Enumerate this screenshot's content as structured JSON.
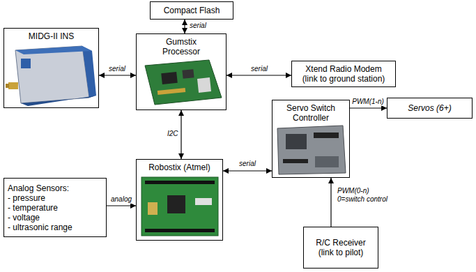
{
  "diagram": {
    "nodes": [
      {
        "text": [
          "Compact Flash"
        ]
      },
      {
        "text": [
          "MIDG-II INS"
        ]
      },
      {
        "text": [
          "Gumstix Processor"
        ]
      },
      {
        "text": [
          "Xtend Radio Modem (link to ground station)"
        ]
      },
      {
        "text": [
          "Analog Sensors:",
          "- pressure",
          "- temperature",
          "- voltage",
          "- ultrasonic range"
        ]
      },
      {
        "text": [
          "Robostix (Atmel)"
        ]
      },
      {
        "text": [
          "Servo Switch Controller"
        ]
      },
      {
        "text": [
          "Servos (6+)"
        ]
      },
      {
        "text": [
          "R/C Receiver (link to pilot)"
        ]
      }
    ],
    "edges": [
      {
        "from": 0,
        "to": 2,
        "label": "serial",
        "arrow": "both"
      },
      {
        "from": 1,
        "to": 2,
        "label": "serial",
        "arrow": "both"
      },
      {
        "from": 2,
        "to": 3,
        "label": "serial",
        "arrow": "both"
      },
      {
        "from": 2,
        "to": 5,
        "label": "I2C",
        "arrow": "both"
      },
      {
        "from": 4,
        "to": 5,
        "label": "analog",
        "arrow": "to"
      },
      {
        "from": 5,
        "to": 6,
        "label": "serial",
        "arrow": "both"
      },
      {
        "from": 6,
        "to": 7,
        "label": "PWM(1-n)",
        "arrow": "to"
      },
      {
        "from": 8,
        "to": 6,
        "label": "PWM(0-n) 0=switch control",
        "arrow": "to"
      }
    ]
  }
}
